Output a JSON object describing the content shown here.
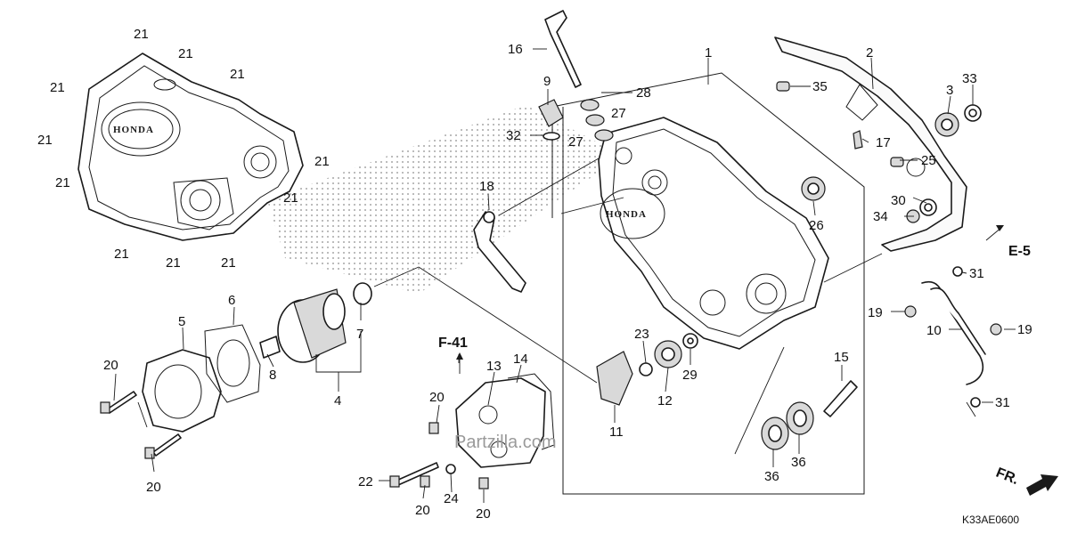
{
  "diagram": {
    "brand_on_cover": "HONDA",
    "brand_on_case": "HONDA",
    "watermark": "Partzilla.com",
    "diagram_code": "K33AE0600",
    "direction_label": "FR.",
    "ref_label_f41": "F-41",
    "ref_label_e5": "E-5",
    "callouts": {
      "c1": "1",
      "c2": "2",
      "c3": "3",
      "c4": "4",
      "c5": "5",
      "c6": "6",
      "c7": "7",
      "c8": "8",
      "c9": "9",
      "c10": "10",
      "c11": "11",
      "c12": "12",
      "c13": "13",
      "c14": "14",
      "c15": "15",
      "c16": "16",
      "c17": "17",
      "c18": "18",
      "c19": "19",
      "c20": "20",
      "c21": "21",
      "c22": "22",
      "c23": "23",
      "c24": "24",
      "c25": "25",
      "c26": "26",
      "c27": "27",
      "c28": "28",
      "c29": "29",
      "c30": "30",
      "c31": "31",
      "c32": "32",
      "c33": "33",
      "c34": "34",
      "c35": "35",
      "c36": "36"
    }
  }
}
